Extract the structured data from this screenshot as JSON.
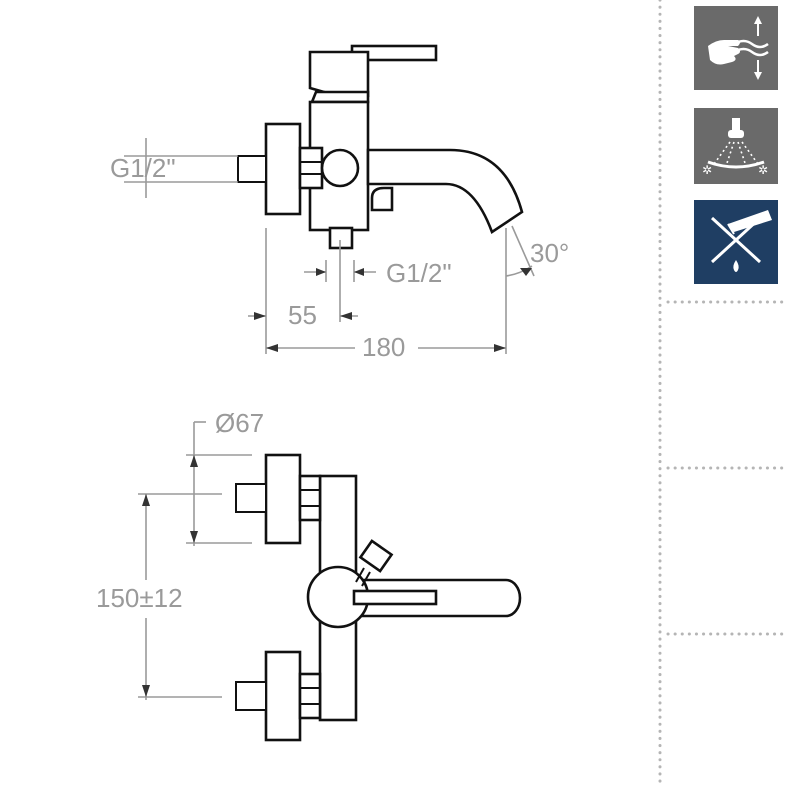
{
  "dimensions": {
    "top_inlet_thread": "G1/2\"",
    "outlet_thread": "G1/2\"",
    "spout_angle": "30°",
    "eccentric_offset": "55",
    "total_depth": "180",
    "rosette_diameter": "Ø67",
    "inlet_spacing": "150±12"
  },
  "icons": [
    {
      "name": "hand-water-flow-icon",
      "bg": "#6a6a6a"
    },
    {
      "name": "hot-cold-shower-icon",
      "bg": "#6a6a6a"
    },
    {
      "name": "no-abrasive-cleaning-icon",
      "bg": "#1f3e63"
    }
  ],
  "colors": {
    "dimension_gray": "#9a9a9a",
    "outline_black": "#111111",
    "icon_gray": "#6a6a6a",
    "icon_blue": "#1f3e63"
  }
}
